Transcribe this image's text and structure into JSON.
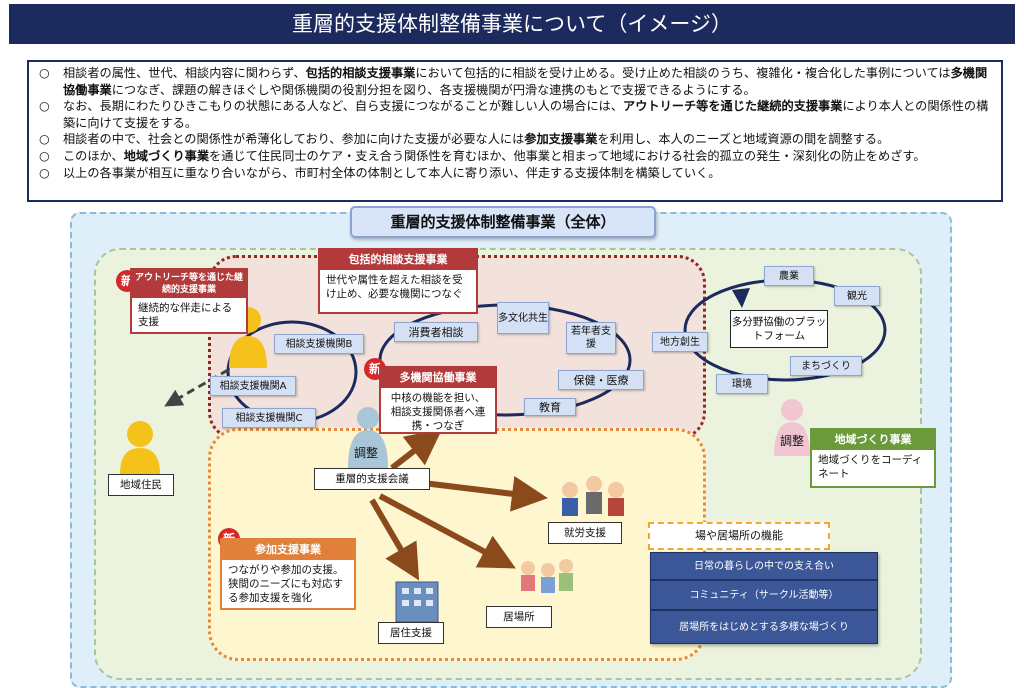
{
  "title": "重層的支援体制整備事業について（イメージ）",
  "summary": {
    "mark": "○",
    "b1": [
      "相談者の属性、世代、相談内容に関わらず、",
      "包括的相談支援事業",
      "において包括的に相談を受け止める。受け止めた相談のうち、複雑化・複合化した事例については",
      "多機関協働事業",
      "につなぎ、課題の解きほぐしや関係機関の役割分担を図り、各支援機関が円滑な連携のもとで支援できるようにする。"
    ],
    "b2": [
      "なお、長期にわたりひきこもりの状態にある人など、自ら支援につながることが難しい人の場合には、",
      "アウトリーチ等を通じた継続的支援事業",
      "により本人との関係性の構築に向けて支援をする。"
    ],
    "b3": [
      "相談者の中で、社会との関係性が希薄化しており、参加に向けた支援が必要な人には",
      "参加支援事業",
      "を利用し、本人のニーズと地域資源の間を調整する。"
    ],
    "b4": [
      "このほか、",
      "地域づくり事業",
      "を通じて住民同士のケア・支え合う関係性を育むほか、他事業と相まって地域における社会的孤立の発生・深刻化の防止をめざす。"
    ],
    "b5": "以上の各事業が相互に重なり合いながら、市町村全体の体制として本人に寄り添い、伴走する支援体制を構築していく。"
  },
  "diagram": {
    "main_header": "重層的支援体制整備事業（全体）",
    "new_mark": "新",
    "outreach": {
      "head": "アウトリーチ等を通じた継続的支援事業",
      "body": "継続的な伴走による支援"
    },
    "houkatsu": {
      "head": "包括的相談支援事業",
      "body": "世代や属性を超えた相談を受け止め、必要な機関につなぐ"
    },
    "takikan": {
      "head": "多機関協働事業",
      "body": "中核の機能を担い、相談支援関係者へ連携・つなぎ"
    },
    "sanka": {
      "head": "参加支援事業",
      "body": "つながりや参加の支援。狭間のニーズにも対応する参加支援を強化"
    },
    "chiiki_zukuri": {
      "head": "地域づくり事業",
      "body": "地域づくりをコーディネート"
    },
    "chips": {
      "soudanB": "相談支援機関B",
      "soudanA": "相談支援機関A",
      "soudanC": "相談支援機関C",
      "shohisha": "消費者相談",
      "tabunka": "多文化共生",
      "jakunen": "若年者支援",
      "hoken": "保健・医療",
      "kyoiku": "教育",
      "nougyo": "農業",
      "kanko": "観光",
      "chihou": "地方創生",
      "machi": "まちづくり",
      "kankyo": "環境"
    },
    "platform": "多分野協働のプラットフォーム",
    "chousei1": "調整",
    "chousei2": "調整",
    "jujuso_kaigi": "重層的支援会議",
    "chiiki_jumin": "地域住民",
    "shuro": "就労支援",
    "ibasho": "居場所",
    "kyoju": "居住支援",
    "ba_head": "場や居場所の機能",
    "ba_items": [
      "日常の暮らしの中での支え合い",
      "コミュニティ（サークル活動等）",
      "居場所をはじめとする多様な場づくり"
    ]
  },
  "colors": {
    "navy": "#1c2a5e",
    "red": "#b33a3a",
    "orange": "#e0803a",
    "green": "#6a9a3a",
    "arrow": "#8b4a1c",
    "person_yellow": "#f4c21a",
    "person_blue": "#a9c6d8",
    "person_pink": "#f0c6d2"
  }
}
